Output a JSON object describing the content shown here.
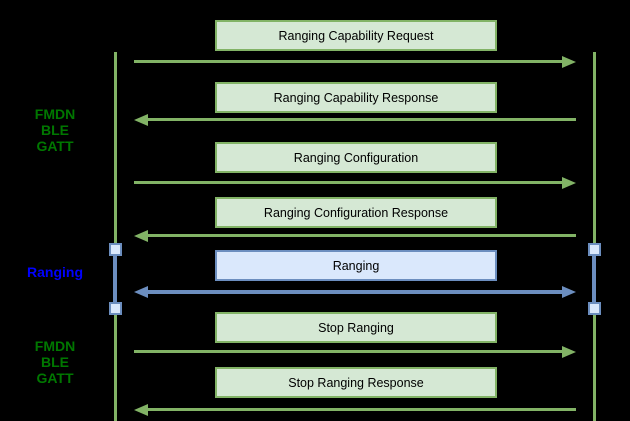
{
  "colors": {
    "background": "#000000",
    "green_stroke": "#82b366",
    "green_fill": "#d5e8d4",
    "blue_stroke": "#6c8ebf",
    "blue_fill": "#dae8fc",
    "side_label_green": "#007700",
    "side_label_blue": "#0000ff"
  },
  "side_labels": [
    {
      "lines": [
        "FMDN",
        "BLE",
        "GATT"
      ],
      "color": "green"
    },
    {
      "lines": [
        "Ranging"
      ],
      "color": "blue"
    },
    {
      "lines": [
        "FMDN",
        "BLE",
        "GATT"
      ],
      "color": "green"
    }
  ],
  "messages": [
    {
      "label": "Ranging Capability Request",
      "direction": "right",
      "style": "green"
    },
    {
      "label": "Ranging Capability Response",
      "direction": "left",
      "style": "green"
    },
    {
      "label": "Ranging Configuration",
      "direction": "right",
      "style": "green"
    },
    {
      "label": "Ranging Configuration Response",
      "direction": "left",
      "style": "green"
    },
    {
      "label": "Ranging",
      "direction": "both",
      "style": "blue"
    },
    {
      "label": "Stop Ranging",
      "direction": "right",
      "style": "green"
    },
    {
      "label": "Stop Ranging Response",
      "direction": "left",
      "style": "green"
    }
  ]
}
